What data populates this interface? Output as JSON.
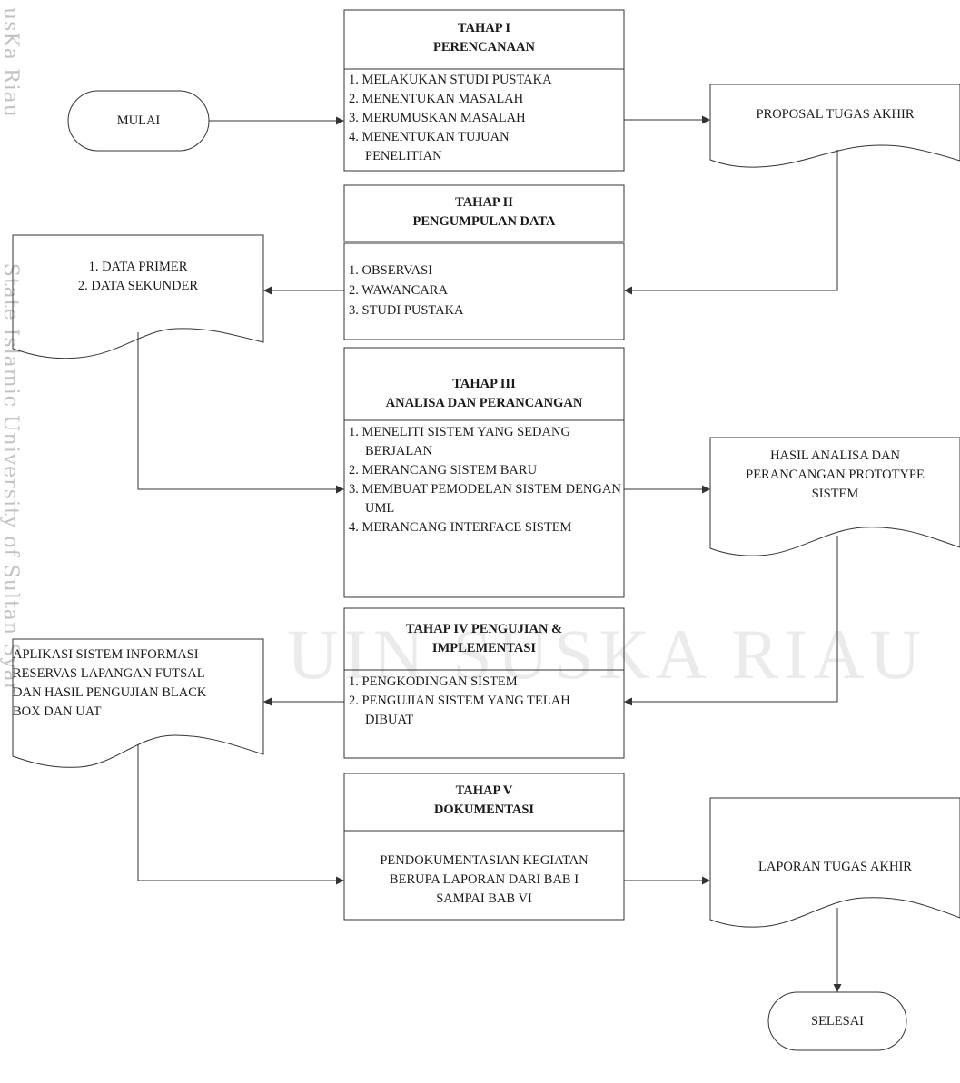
{
  "colors": {
    "stroke": "#333333",
    "text": "#1a1a1a",
    "watermark": "#c2c2c2",
    "watermark_bg": "#ebebeb"
  },
  "watermark": {
    "side_top": "usKa Riau",
    "side_bottom": "State Islamic University of Sultan Syar",
    "bottom": "UIN SUSKA RIAU"
  },
  "start": {
    "label": "MULAI"
  },
  "end": {
    "label": "SELESAI"
  },
  "stages": [
    {
      "id": "tahap1",
      "title_lines": [
        "TAHAP I",
        "PERENCANAAN"
      ],
      "items": [
        "1. MELAKUKAN STUDI PUSTAKA",
        "2. MENENTUKAN MASALAH",
        "3. MERUMUSKAN MASALAH",
        "4. MENENTUKAN TUJUAN PENELITIAN"
      ]
    },
    {
      "id": "tahap2",
      "title_lines": [
        "TAHAP II",
        "PENGUMPULAN DATA"
      ],
      "items": [
        "1. OBSERVASI",
        "2. WAWANCARA",
        "3. STUDI PUSTAKA"
      ]
    },
    {
      "id": "tahap3",
      "title_lines": [
        "TAHAP III",
        "ANALISA DAN PERANCANGAN"
      ],
      "items": [
        "1. MENELITI SISTEM YANG SEDANG  BERJALAN",
        "2. MERANCANG SISTEM BARU",
        "3. MEMBUAT PEMODELAN SISTEM DENGAN UML",
        "4. MERANCANG INTERFACE SISTEM"
      ]
    },
    {
      "id": "tahap4",
      "title_lines": [
        "TAHAP IV PENGUJIAN &",
        "IMPLEMENTASI"
      ],
      "items": [
        "1. PENGKODINGAN SISTEM",
        "2. PENGUJIAN SISTEM YANG TELAH DIBUAT"
      ]
    },
    {
      "id": "tahap5",
      "title_lines": [
        "TAHAP V",
        "DOKUMENTASI"
      ],
      "body_lines": [
        "PENDOKUMENTASIAN KEGIATAN",
        "BERUPA LAPORAN DARI BAB I",
        "SAMPAI BAB VI"
      ]
    }
  ],
  "documents": {
    "proposal": {
      "lines": [
        "PROPOSAL TUGAS AKHIR"
      ]
    },
    "data": {
      "lines": [
        "1. DATA PRIMER",
        "2. DATA SEKUNDER"
      ]
    },
    "hasil_analisa": {
      "lines": [
        "HASIL ANALISA DAN",
        "PERANCANGAN PROTOTYPE",
        "SISTEM"
      ]
    },
    "aplikasi": {
      "lines": [
        "APLIKASI SISTEM INFORMASI",
        "RESERVAS LAPANGAN FUTSAL",
        "DAN HASIL PENGUJIAN BLACK",
        "BOX DAN UAT"
      ]
    },
    "laporan": {
      "lines": [
        "LAPORAN TUGAS AKHIR"
      ]
    }
  }
}
